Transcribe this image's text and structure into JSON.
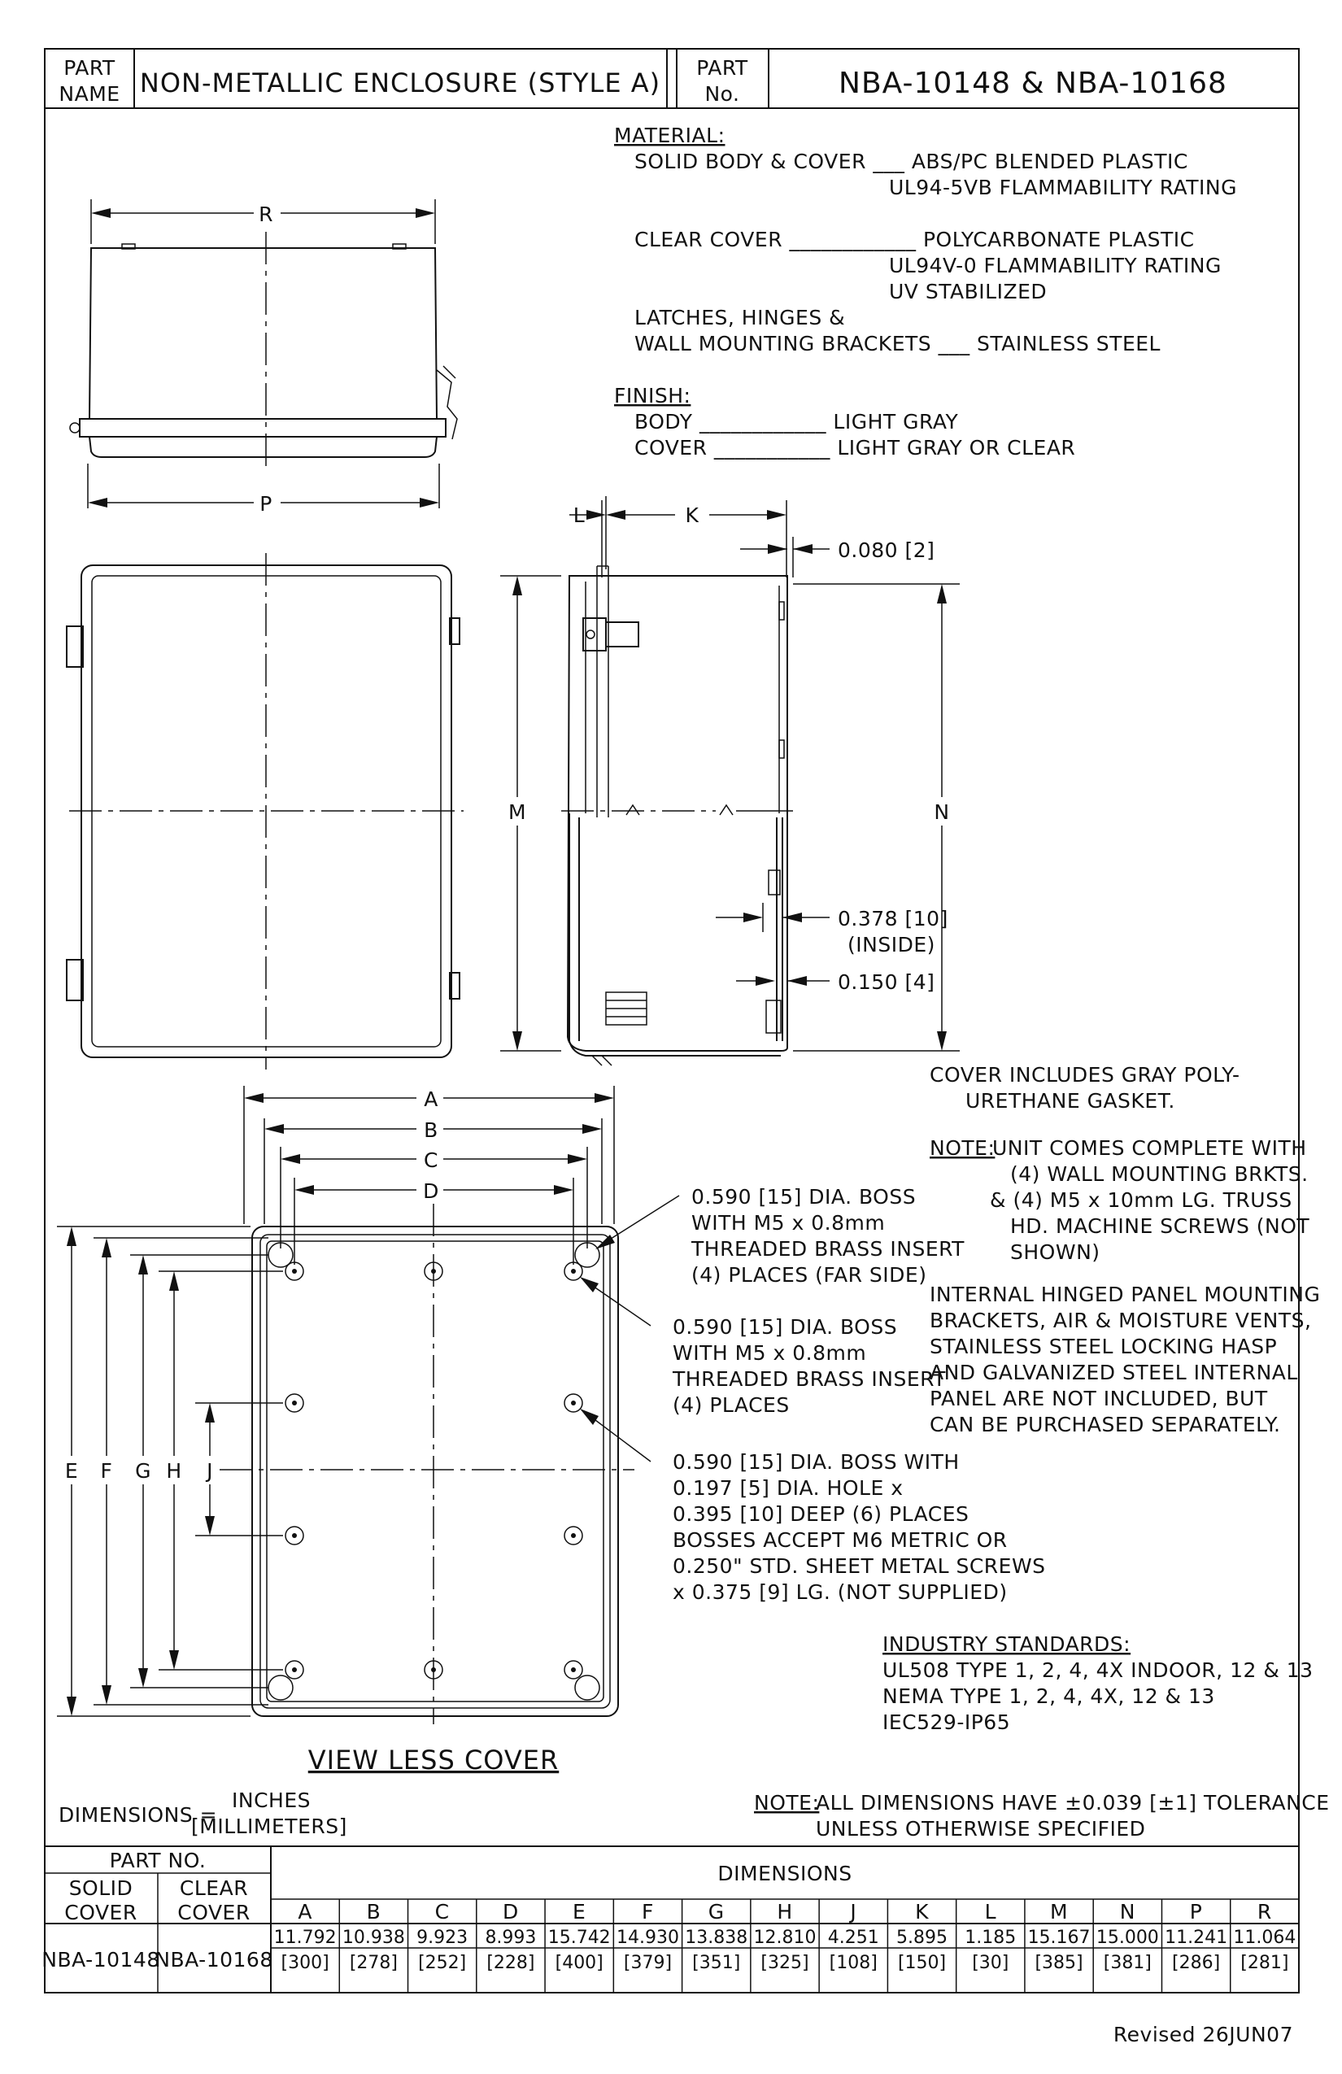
{
  "title_block": {
    "part_name_label": "PART NAME",
    "part_name": "NON-METALLIC ENCLOSURE (STYLE A)",
    "part_no_label": "PART No.",
    "part_no": "NBA-10148 & NBA-10168"
  },
  "material": {
    "heading": "MATERIAL:",
    "lines": [
      "SOLID BODY & COVER ___ ABS/PC BLENDED PLASTIC",
      "UL94-5VB FLAMMABILITY RATING",
      "CLEAR COVER ____________ POLYCARBONATE PLASTIC",
      "UL94V-0 FLAMMABILITY RATING",
      "UV STABILIZED",
      "LATCHES, HINGES &",
      "WALL MOUNTING BRACKETS ___ STAINLESS STEEL"
    ]
  },
  "finish": {
    "heading": "FINISH:",
    "lines": [
      "BODY ____________ LIGHT GRAY",
      "COVER ___________ LIGHT GRAY OR CLEAR"
    ]
  },
  "dim_letters": {
    "A": "A",
    "B": "B",
    "C": "C",
    "D": "D",
    "E": "E",
    "F": "F",
    "G": "G",
    "H": "H",
    "J": "J",
    "K": "K",
    "L": "L",
    "M": "M",
    "N": "N",
    "P": "P",
    "R": "R"
  },
  "side_callouts": {
    "wall": "0.080 [2]",
    "inside": "0.378 [10]",
    "inside_note": "(INSIDE)",
    "flange": "0.150 [4]"
  },
  "boss_callouts": {
    "far_side": [
      "0.590 [15] DIA. BOSS",
      "WITH M5 x 0.8mm",
      "THREADED BRASS INSERT",
      "(4) PLACES (FAR SIDE)"
    ],
    "near_side": [
      "0.590 [15] DIA. BOSS",
      "WITH M5 x 0.8mm",
      "THREADED BRASS INSERT",
      "(4) PLACES"
    ],
    "hole": [
      "0.590 [15] DIA. BOSS WITH",
      "0.197 [5] DIA. HOLE x",
      "0.395 [10] DEEP (6) PLACES",
      "BOSSES ACCEPT M6 METRIC OR",
      "0.250\" STD. SHEET METAL SCREWS",
      "x 0.375 [9] LG. (NOT SUPPLIED)"
    ]
  },
  "notes": {
    "gasket": [
      "COVER INCLUDES GRAY POLY-",
      "URETHANE GASKET."
    ],
    "note_label": "NOTE:",
    "note_lines": [
      "UNIT COMES COMPLETE WITH",
      "(4) WALL MOUNTING BRKTS.",
      "& (4) M5 x 10mm LG. TRUSS",
      "HD. MACHINE SCREWS (NOT",
      "SHOWN)"
    ],
    "accessories": [
      "INTERNAL HINGED PANEL MOUNTING",
      "BRACKETS, AIR & MOISTURE VENTS,",
      "STAINLESS STEEL LOCKING HASP",
      "AND GALVANIZED STEEL INTERNAL",
      "PANEL ARE NOT INCLUDED, BUT",
      "CAN BE PURCHASED SEPARATELY."
    ]
  },
  "standards": {
    "heading": "INDUSTRY STANDARDS:",
    "lines": [
      "UL508 TYPE 1, 2, 4, 4X INDOOR, 12 & 13",
      "NEMA TYPE 1, 2, 4, 4X, 12 & 13",
      "IEC529-IP65"
    ]
  },
  "view_label": "VIEW LESS COVER",
  "units": {
    "prefix": "DIMENSIONS =",
    "top": "INCHES",
    "bottom": "[MILLIMETERS]"
  },
  "tolerance": {
    "label": "NOTE:",
    "line1": "ALL DIMENSIONS HAVE ±0.039 [±1] TOLERANCE",
    "line2": "UNLESS OTHERWISE SPECIFIED"
  },
  "table": {
    "part_no_header": "PART NO.",
    "solid_header": "SOLID COVER",
    "clear_header": "CLEAR COVER",
    "dimensions_header": "DIMENSIONS",
    "columns": [
      "A",
      "B",
      "C",
      "D",
      "E",
      "F",
      "G",
      "H",
      "J",
      "K",
      "L",
      "M",
      "N",
      "P",
      "R"
    ],
    "solid_part": "NBA-10148",
    "clear_part": "NBA-10168",
    "inches": [
      "11.792",
      "10.938",
      "9.923",
      "8.993",
      "15.742",
      "14.930",
      "13.838",
      "12.810",
      "4.251",
      "5.895",
      "1.185",
      "15.167",
      "15.000",
      "11.241",
      "11.064"
    ],
    "mm": [
      "[300]",
      "[278]",
      "[252]",
      "[228]",
      "[400]",
      "[379]",
      "[351]",
      "[325]",
      "[108]",
      "[150]",
      "[30]",
      "[385]",
      "[381]",
      "[286]",
      "[281]"
    ]
  },
  "revision": "Revised 26JUN07"
}
